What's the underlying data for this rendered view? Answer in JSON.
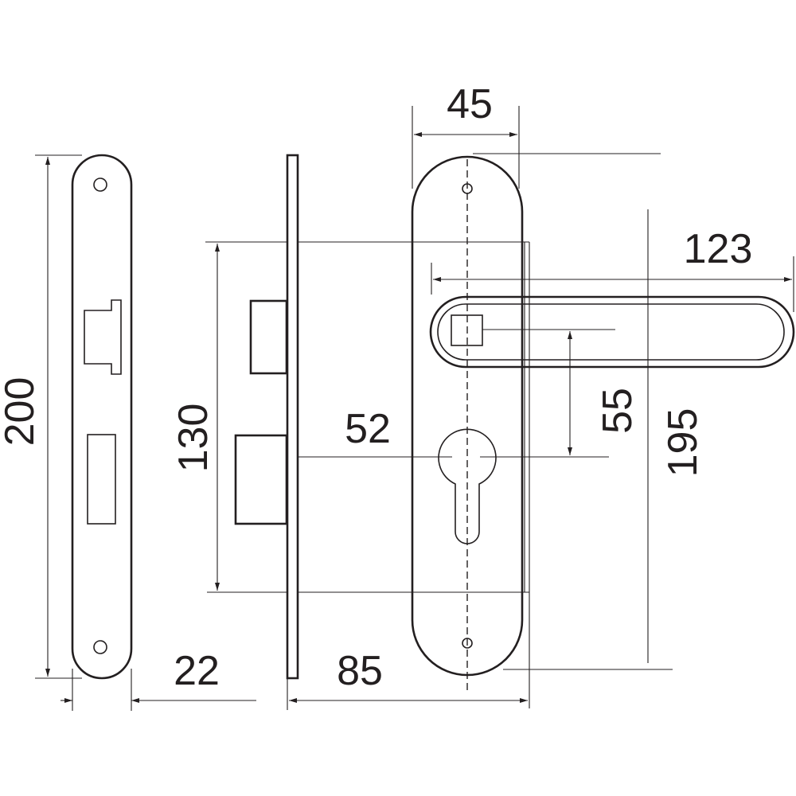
{
  "dimensions": {
    "faceplate_height": "200",
    "faceplate_width": "22",
    "lock_body_height": "130",
    "backset": "85",
    "center_distance": "52",
    "handle_plate_width": "45",
    "lever_length": "123",
    "lever_to_cylinder": "55",
    "plate_height": "195"
  }
}
